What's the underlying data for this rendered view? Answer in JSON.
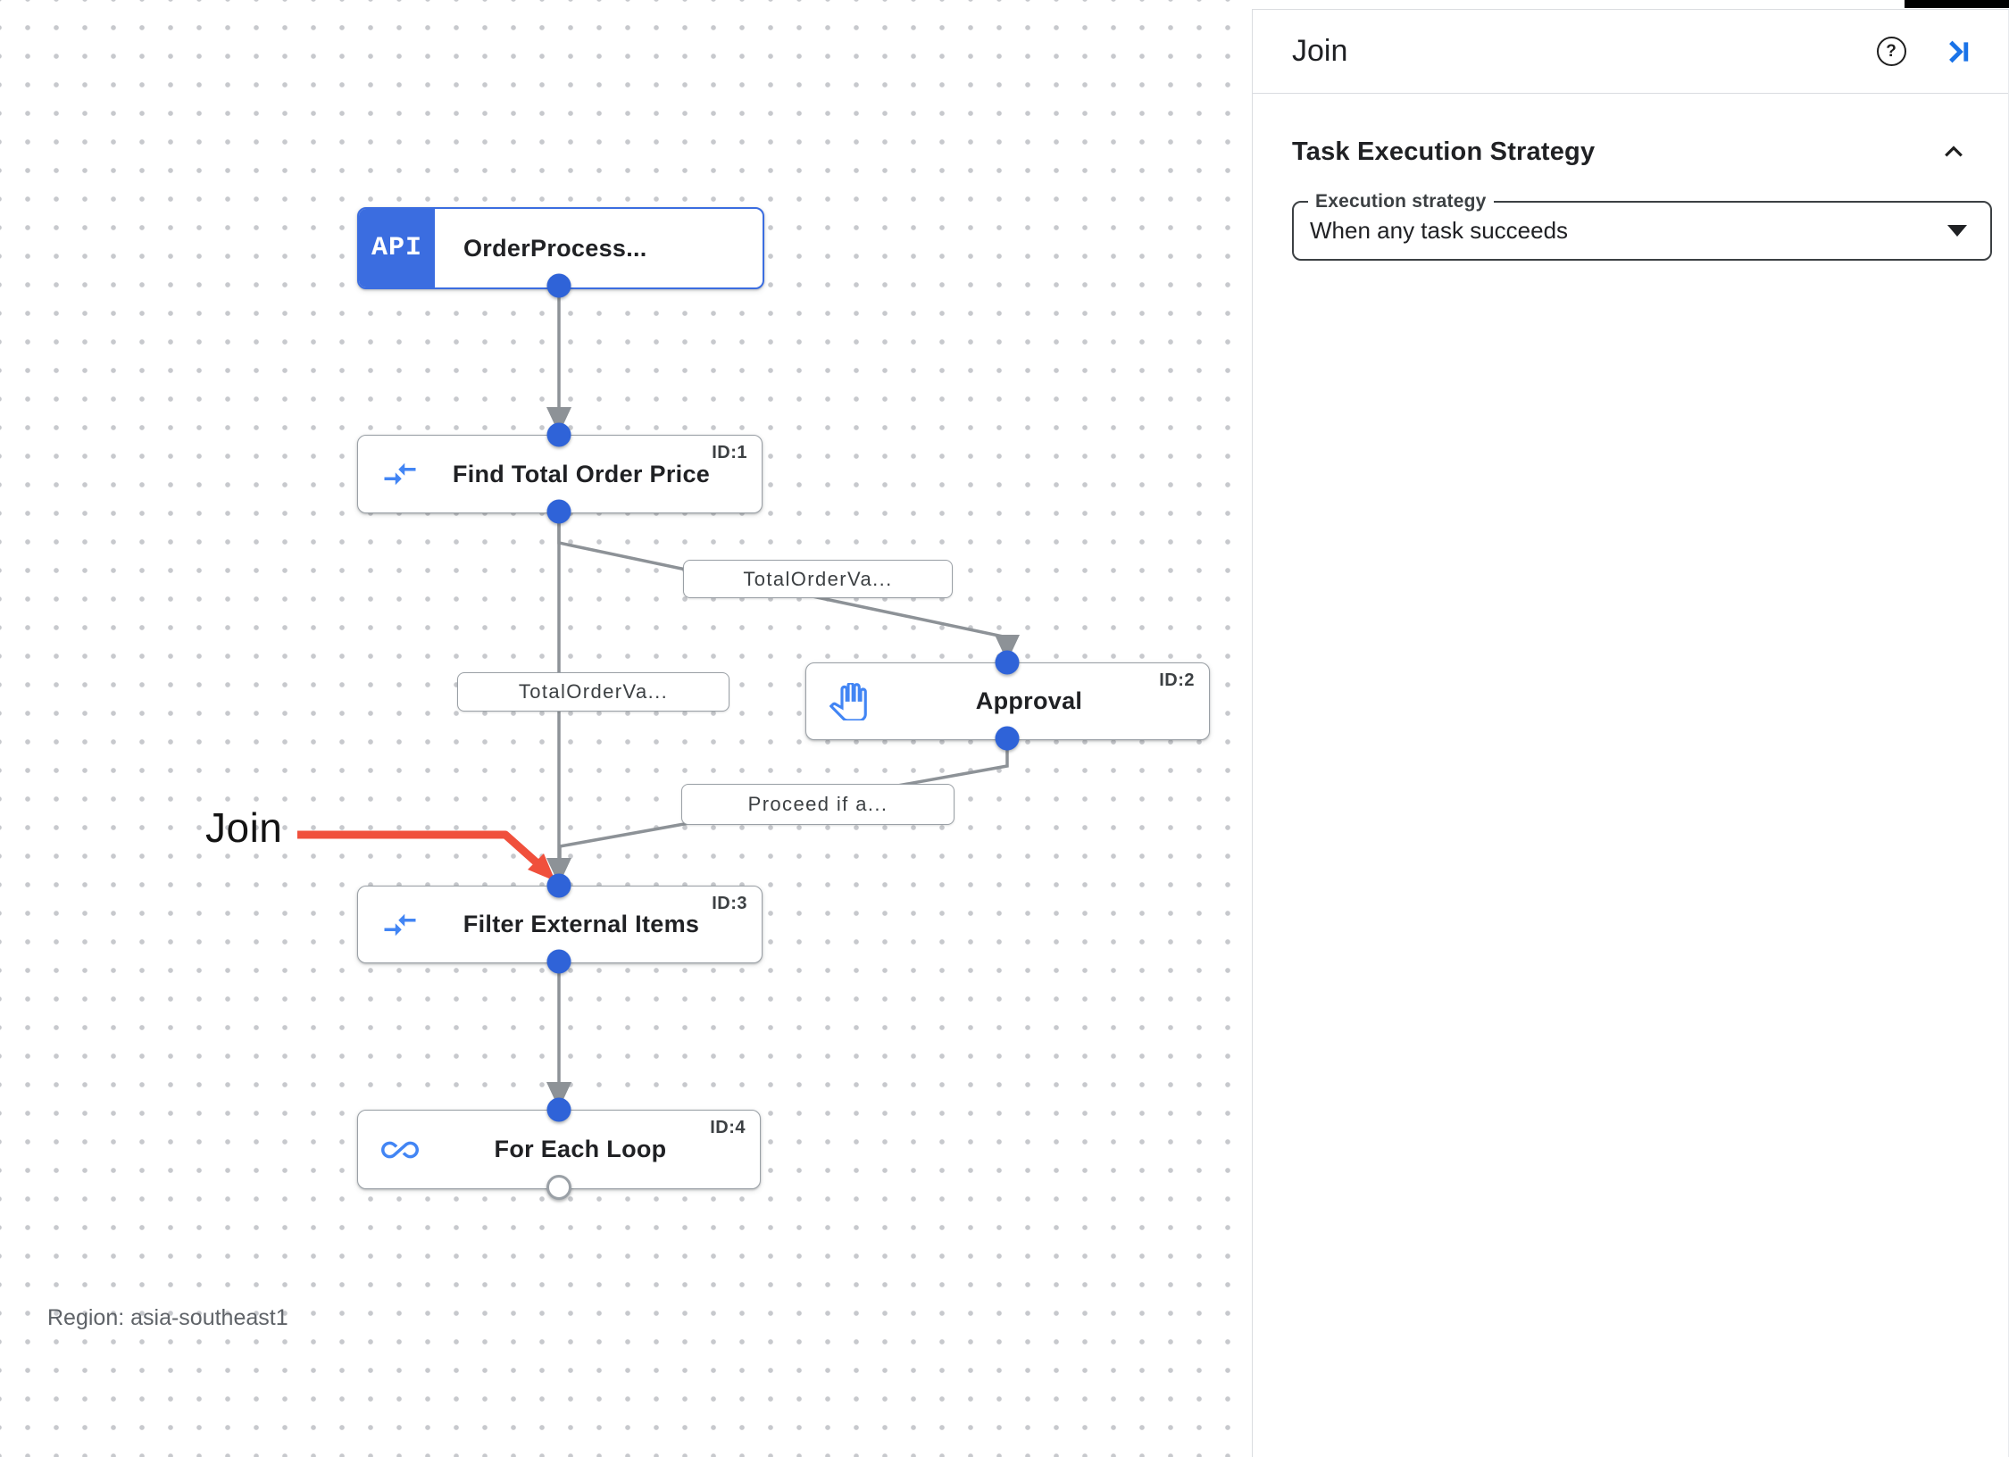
{
  "canvas": {
    "trigger": {
      "badge": "API",
      "title": "OrderProcess..."
    },
    "nodes": [
      {
        "id_label": "ID:1",
        "title": "Find Total Order Price",
        "icon": "data-mapping-icon"
      },
      {
        "id_label": "ID:2",
        "title": "Approval",
        "icon": "approval-hand-icon"
      },
      {
        "id_label": "ID:3",
        "title": "Filter External Items",
        "icon": "data-mapping-icon"
      },
      {
        "id_label": "ID:4",
        "title": "For Each Loop",
        "icon": "loop-icon"
      }
    ],
    "edge_labels": [
      {
        "text": "TotalOrderVa..."
      },
      {
        "text": "TotalOrderVa..."
      },
      {
        "text": "Proceed if a..."
      }
    ],
    "annotation": {
      "text": "Join"
    },
    "region_label": "Region: asia-southeast1"
  },
  "panel": {
    "title": "Join",
    "help_icon": "?",
    "section": {
      "heading": "Task Execution Strategy",
      "field_label": "Execution strategy",
      "field_value": "When any task succeeds"
    }
  },
  "colors": {
    "node_blue": "#3b6de0",
    "connector_blue": "#2f63d8",
    "icon_blue": "#4285f4",
    "link_blue": "#1a73e8",
    "edge_gray": "#8d9297",
    "annotation_red": "#f0503c"
  }
}
